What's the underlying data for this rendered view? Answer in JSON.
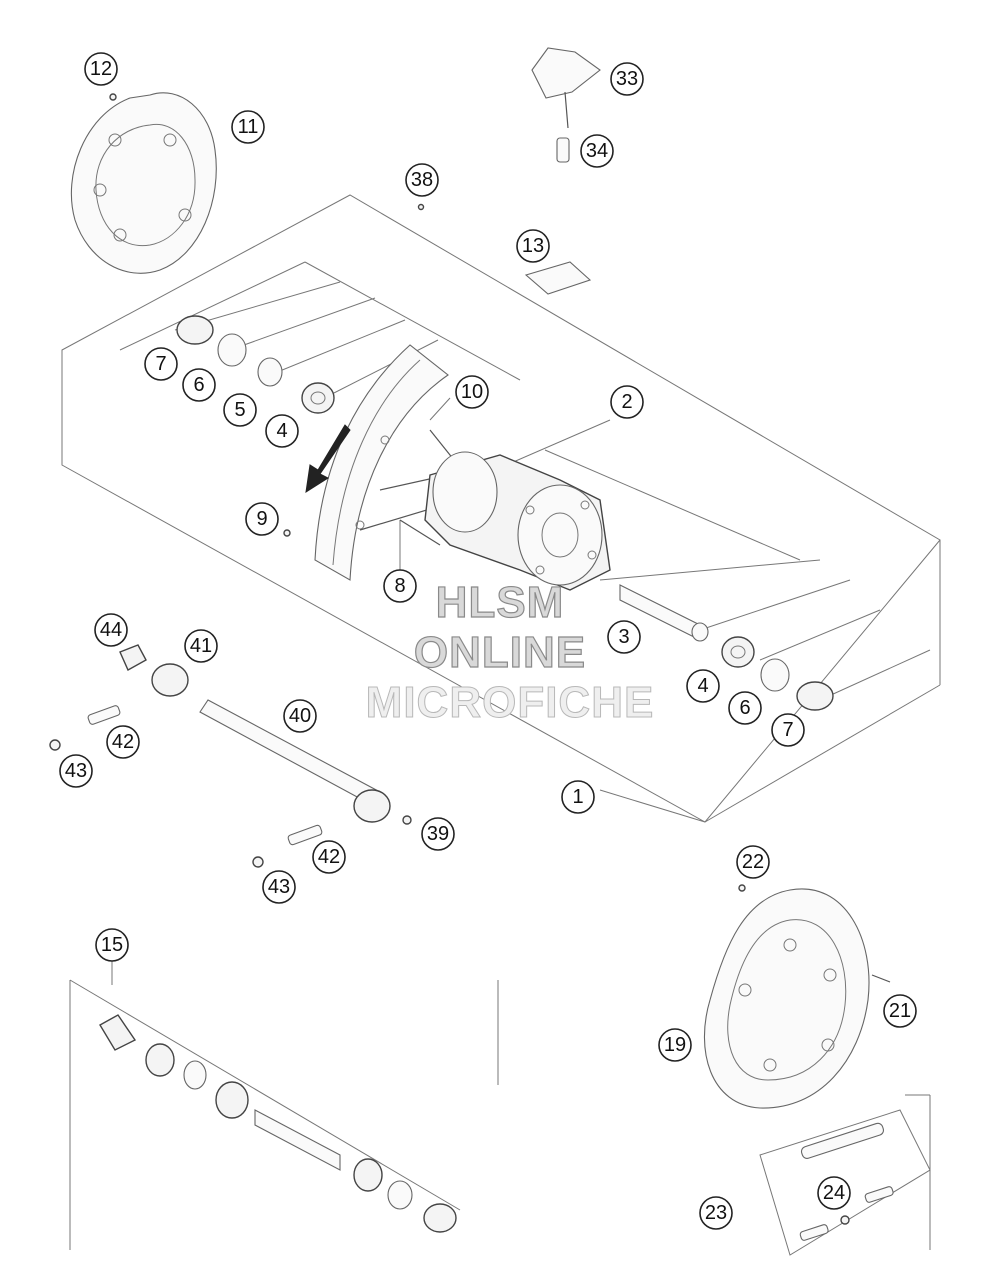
{
  "watermark": {
    "line1": "HLSM",
    "line2": "ONLINE",
    "line3": "MICROFICHE"
  },
  "callouts": [
    {
      "id": "c12",
      "label": "12"
    },
    {
      "id": "c11",
      "label": "11"
    },
    {
      "id": "c33",
      "label": "33"
    },
    {
      "id": "c34",
      "label": "34"
    },
    {
      "id": "c38",
      "label": "38"
    },
    {
      "id": "c13",
      "label": "13"
    },
    {
      "id": "c7a",
      "label": "7"
    },
    {
      "id": "c6a",
      "label": "6"
    },
    {
      "id": "c5",
      "label": "5"
    },
    {
      "id": "c4a",
      "label": "4"
    },
    {
      "id": "c10",
      "label": "10"
    },
    {
      "id": "c2",
      "label": "2"
    },
    {
      "id": "c9",
      "label": "9"
    },
    {
      "id": "c8",
      "label": "8"
    },
    {
      "id": "c3",
      "label": "3"
    },
    {
      "id": "c44",
      "label": "44"
    },
    {
      "id": "c41",
      "label": "41"
    },
    {
      "id": "c42a",
      "label": "42"
    },
    {
      "id": "c43a",
      "label": "43"
    },
    {
      "id": "c40",
      "label": "40"
    },
    {
      "id": "c4b",
      "label": "4"
    },
    {
      "id": "c6b",
      "label": "6"
    },
    {
      "id": "c7b",
      "label": "7"
    },
    {
      "id": "c1",
      "label": "1"
    },
    {
      "id": "c39",
      "label": "39"
    },
    {
      "id": "c42b",
      "label": "42"
    },
    {
      "id": "c43b",
      "label": "43"
    },
    {
      "id": "c22",
      "label": "22"
    },
    {
      "id": "c15",
      "label": "15"
    },
    {
      "id": "c21",
      "label": "21"
    },
    {
      "id": "c19",
      "label": "19"
    },
    {
      "id": "c24",
      "label": "24"
    },
    {
      "id": "c23",
      "label": "23"
    }
  ]
}
